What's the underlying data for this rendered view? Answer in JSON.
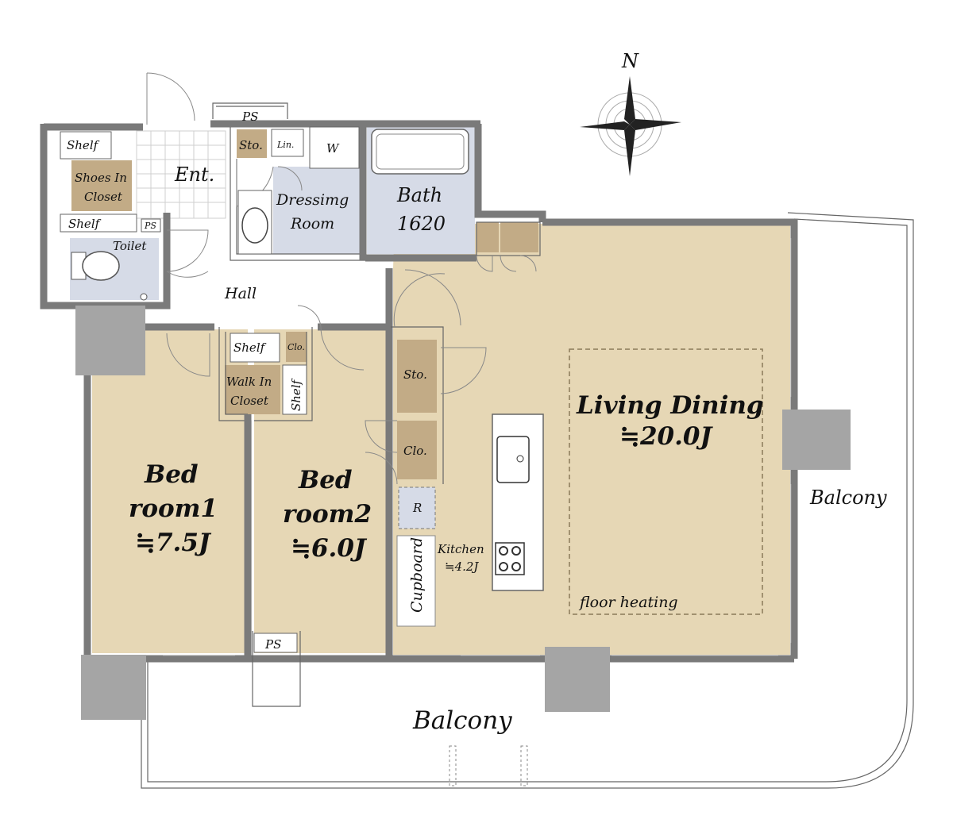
{
  "colors": {
    "room_fill": "#e6d7b5",
    "wet_fill": "#d6dbe7",
    "storage_fill": "#c2ab86",
    "wall": "#8c8c8c",
    "column": "#a5a5a5",
    "background": "#ffffff"
  },
  "compass": {
    "north_label": "N"
  },
  "rooms": {
    "shelf_top": "Shelf",
    "shoes_closet_1": "Shoes In",
    "shoes_closet_2": "Closet",
    "shelf_mid": "Shelf",
    "ps_small": "PS",
    "toilet": "Toilet",
    "entrance": "Ent.",
    "ps_top": "PS",
    "storage_entry": "Sto.",
    "linen": "Lin.",
    "washer": "W",
    "dressing_1": "Dressimg",
    "dressing_2": "Room",
    "bath_1": "Bath",
    "bath_2": "1620",
    "hall": "Hall",
    "wic_shelf": "Shelf",
    "wic_clo": "Clo.",
    "wic_1": "Walk In",
    "wic_2": "Closet",
    "wic_shelf_side": "Shelf",
    "storage_ld": "Sto.",
    "closet_ld": "Clo.",
    "refrigerator": "R",
    "cupboard": "Cupboard",
    "kitchen_1": "Kitchen",
    "kitchen_2": "≒4.2J",
    "living_1": "Living Dining",
    "living_2": "≒20.0J",
    "floor_heating": "floor heating",
    "bed1_1": "Bed",
    "bed1_2": "room1",
    "bed1_3": "≒7.5J",
    "bed2_1": "Bed",
    "bed2_2": "room2",
    "bed2_3": "≒6.0J",
    "ps_bottom": "PS",
    "balcony_east": "Balcony",
    "balcony_south": "Balcony"
  }
}
